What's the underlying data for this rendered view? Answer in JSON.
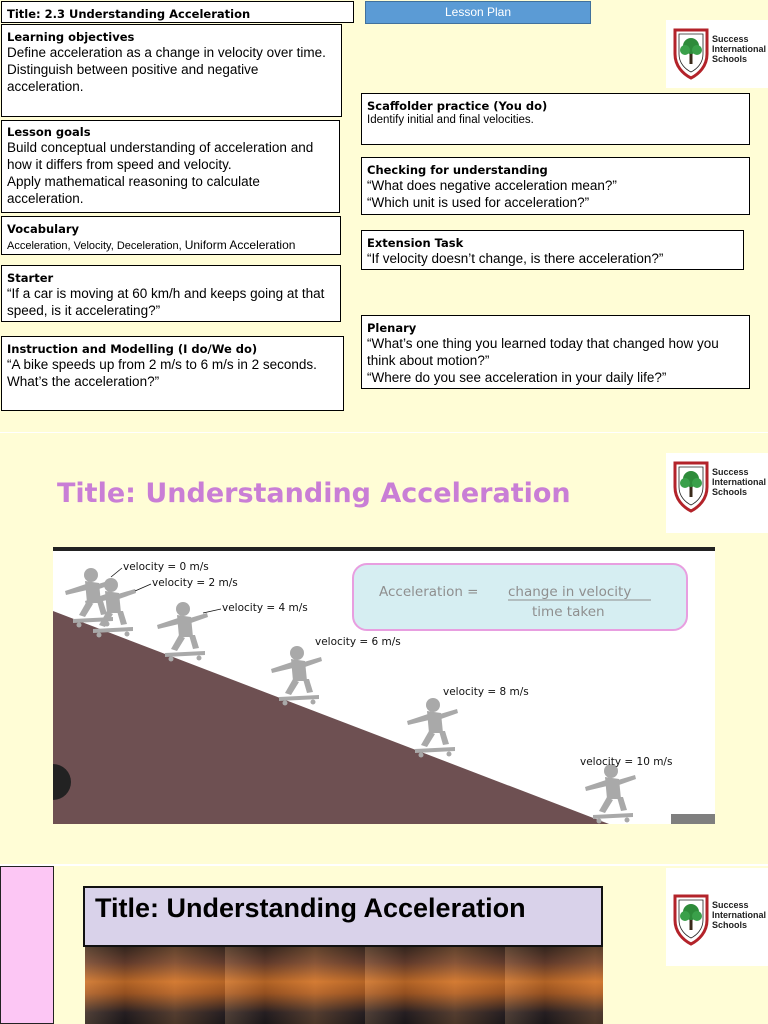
{
  "school_logo": {
    "text_lines": [
      "Success",
      "International",
      "Schools"
    ]
  },
  "slide1": {
    "title_box": "Title: 2.3 Understanding Acceleration",
    "lesson_plan_label": "Lesson Plan",
    "learning_objectives": {
      "title": "Learning objectives",
      "lines": [
        "Define acceleration as a change in velocity over time.",
        "Distinguish between positive and negative acceleration."
      ]
    },
    "lesson_goals": {
      "title": "Lesson goals",
      "lines": [
        "Build conceptual understanding of acceleration and how it differs from speed and velocity.",
        "Apply mathematical reasoning to calculate acceleration."
      ]
    },
    "vocabulary": {
      "title": "Vocabulary",
      "body_part1": "Acceleration, Velocity, Deceleration, ",
      "body_part2": "Uniform Acceleration"
    },
    "starter": {
      "title": "Starter",
      "body": "“If a car is moving at 60 km/h and keeps going at that speed, is it accelerating?”"
    },
    "instruction": {
      "title": "Instruction and Modelling (I do/We do)",
      "body": "“A bike speeds up from 2 m/s to 6 m/s in 2 seconds. What’s the acceleration?”"
    },
    "scaffolder": {
      "title": "Scaffolder practice (You do)",
      "body": "Identify initial and final velocities."
    },
    "checking": {
      "title": "Checking for understanding",
      "lines": [
        "“What does negative acceleration mean?”",
        "“Which unit is used for acceleration?”"
      ]
    },
    "extension": {
      "title": "Extension Task",
      "body": "“If velocity doesn’t change, is there acceleration?”"
    },
    "plenary": {
      "title": "Plenary",
      "lines": [
        "“What’s one thing you learned today that changed how you think about motion?”",
        "“Where do you see acceleration in your daily life?”"
      ]
    }
  },
  "slide2": {
    "title": "Title: Understanding Acceleration",
    "formula_left": "Acceleration  =",
    "formula_numerator": "change in velocity",
    "formula_denominator": "time taken",
    "velocity_labels": [
      "velocity = 0 m/s",
      "velocity = 2 m/s",
      "velocity = 4 m/s",
      "velocity = 6 m/s",
      "velocity = 8 m/s",
      "velocity = 10 m/s"
    ]
  },
  "slide3": {
    "title": "Title: Understanding Acceleration"
  },
  "colors": {
    "slide_bg": "#fffdd6",
    "lesson_plan_bg": "#5b9bd5",
    "slide2_title": "#c97ed6",
    "slope": "#6e5052",
    "skater": "#a9a9a9",
    "formula_bg": "#d6eef2",
    "formula_border": "#e89ee0",
    "slide3_sidebar": "#fcc6f4",
    "slide3_title_bg": "#d9d2ea"
  }
}
